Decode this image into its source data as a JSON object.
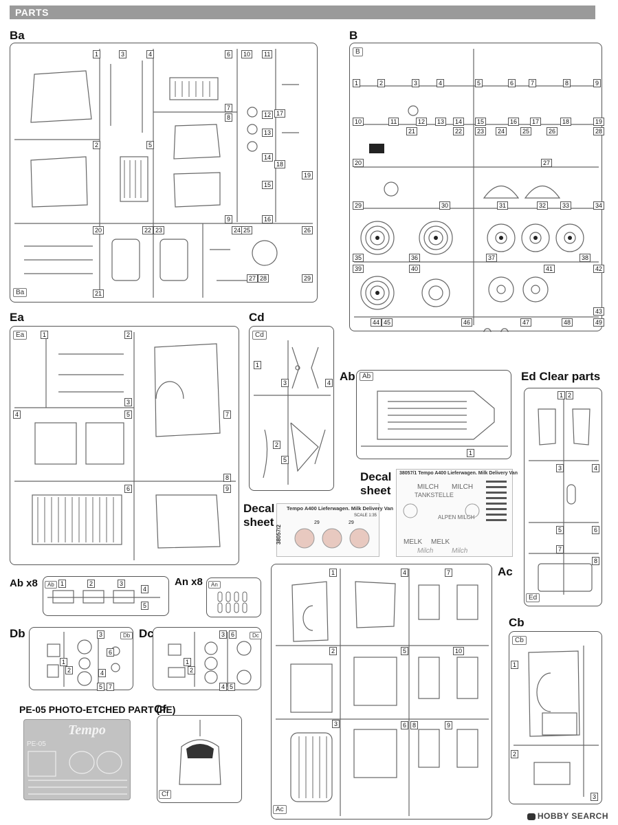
{
  "header": {
    "title": "PARTS"
  },
  "sprues": {
    "ba": {
      "label": "Ba",
      "tag": "Ba",
      "parts": [
        "1",
        "2",
        "3",
        "4",
        "5",
        "6",
        "7",
        "8",
        "9",
        "10",
        "11",
        "12",
        "13",
        "14",
        "15",
        "16",
        "17",
        "18",
        "19",
        "20",
        "21",
        "22",
        "23",
        "24",
        "25",
        "26",
        "27",
        "28",
        "29"
      ]
    },
    "b": {
      "label": "B",
      "tag": "B",
      "parts": [
        "1",
        "2",
        "3",
        "4",
        "5",
        "6",
        "7",
        "8",
        "9",
        "10",
        "11",
        "12",
        "13",
        "14",
        "15",
        "16",
        "17",
        "18",
        "19",
        "20",
        "21",
        "22",
        "23",
        "24",
        "25",
        "26",
        "27",
        "28",
        "29",
        "30",
        "31",
        "32",
        "33",
        "34",
        "35",
        "36",
        "37",
        "38",
        "39",
        "40",
        "41",
        "42",
        "43",
        "44",
        "45",
        "46",
        "47",
        "48",
        "49"
      ]
    },
    "ea": {
      "label": "Ea",
      "tag": "Ea",
      "parts": [
        "1",
        "2",
        "3",
        "4",
        "5",
        "6",
        "7",
        "8",
        "9"
      ]
    },
    "cd": {
      "label": "Cd",
      "tag": "Cd",
      "parts": [
        "1",
        "2",
        "3",
        "4",
        "5"
      ]
    },
    "ab": {
      "label": "Ab",
      "tag": "Ab",
      "parts": [
        "1"
      ]
    },
    "ed": {
      "label": "Ed  Clear parts",
      "tag": "Ed",
      "parts": [
        "1",
        "2",
        "3",
        "4",
        "5",
        "6",
        "7",
        "8"
      ]
    },
    "abx8": {
      "label": "Ab x8",
      "tag": "Ab",
      "parts": [
        "1",
        "2",
        "3",
        "4",
        "5"
      ]
    },
    "anx8": {
      "label": "An x8",
      "tag": "An"
    },
    "ac": {
      "label": "Ac",
      "tag": "Ac",
      "parts": [
        "1",
        "2",
        "3",
        "4",
        "5",
        "6",
        "7",
        "8",
        "9",
        "10"
      ]
    },
    "db": {
      "label": "Db",
      "tag": "Db",
      "parts": [
        "1",
        "2",
        "3",
        "4",
        "5",
        "6",
        "7"
      ]
    },
    "dc": {
      "label": "Dc",
      "tag": "Dc",
      "parts": [
        "1",
        "2",
        "3",
        "4",
        "5",
        "6"
      ]
    },
    "cb": {
      "label": "Cb",
      "tag": "Cb",
      "parts": [
        "1",
        "2",
        "3"
      ]
    },
    "cf": {
      "label": "Cf",
      "tag": "Cf"
    }
  },
  "decal_sheet_1": {
    "label": "Decal sheet",
    "title": "38057/1  Tempo A400 Lieferwagen. Milk Delivery Van",
    "texts": [
      "MILCH",
      "TANKSTELLE",
      "MILCH",
      "ALPEN MILCH",
      "MELK",
      "MELK",
      "Milch",
      "Milch"
    ]
  },
  "decal_sheet_2": {
    "label": "Decal sheet",
    "title": "Tempo A400 Lieferwagen. Milk Delivery Van",
    "scale": "SCALE 1:35",
    "code": "38057/2",
    "nums": [
      "29",
      "29"
    ]
  },
  "pe": {
    "label": "PE-05  PHOTO-ETCHED PART (PE)",
    "brand": "Tempo",
    "code": "PE-05"
  },
  "watermark": {
    "text": "HOBBY SEARCH"
  }
}
